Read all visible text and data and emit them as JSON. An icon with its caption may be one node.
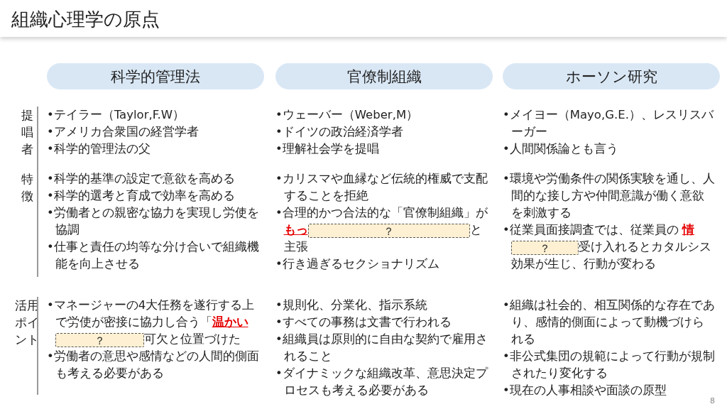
{
  "diagram": {
    "title": "組織心理学の原点",
    "nodes": [
      {
        "text": [
          "科学的管理法"
        ]
      },
      {
        "text": [
          "官僚制組織"
        ]
      },
      {
        "text": [
          "ホーソン研究"
        ]
      },
      {
        "text": [
          "？"
        ]
      },
      {
        "text": [
          "？"
        ]
      },
      {
        "text": [
          "？"
        ]
      }
    ],
    "labels": [
      "提唱者",
      "•テイラー（Taylor,F.W）",
      "•アメリカ合衆国の経営学者",
      "•科学的管理法の父",
      "•ウェーバー（Weber,M）",
      "•ドイツの政治経済学者",
      "•理解社会学を提唱",
      "•メイヨー（Mayo,G.E.）、レスリスバーガー",
      "•人間関係論とも言う",
      "特徴",
      "•科学的基準の設定で意欲を高める",
      "•科学的選考と育成で効率を高める",
      "•労働者との親密な協力を実現し労使を協調",
      "•仕事と責任の均等な分け合いで組織機能を向上させる",
      "•カリスマや血縁など伝統的権威で支配することを拒絶",
      "•合理的かつ合法的な「官僚制組織」が**もっ**",
      "と主張",
      "•行き過ぎるセクショナリズム",
      "•環境や労働条件の関係実験を通し、人間的な接し方や仲間意識が働く意欲を刺激する",
      "•従業員面接調査では、従業員の **情**",
      "受け入れるとカタルシス効果が生じ、行動が変わる",
      "活用ポイント",
      "•マネージャーの4大任務を遂行する上で労使が密接に協力し合う「**温かい**",
      "可欠と位置づけた",
      "•労働者の意思や感情などの人間的側面も考える必要がある",
      "•規則化、分業化、指示系統",
      "•すべての事務は文書で行われる",
      "•組織員は原則的に自由な契約で雇用されること",
      "•ダイナミックな組織改革、意思決定プロセスも考える必要がある",
      "•組織は社会的、相互関係的な存在であり、感情的側面によって動機づけられる",
      "•非公式集団の規範によって行動が規制されたり変化する",
      "•現在の人事相談や面談の原型",
      "8"
    ]
  }
}
